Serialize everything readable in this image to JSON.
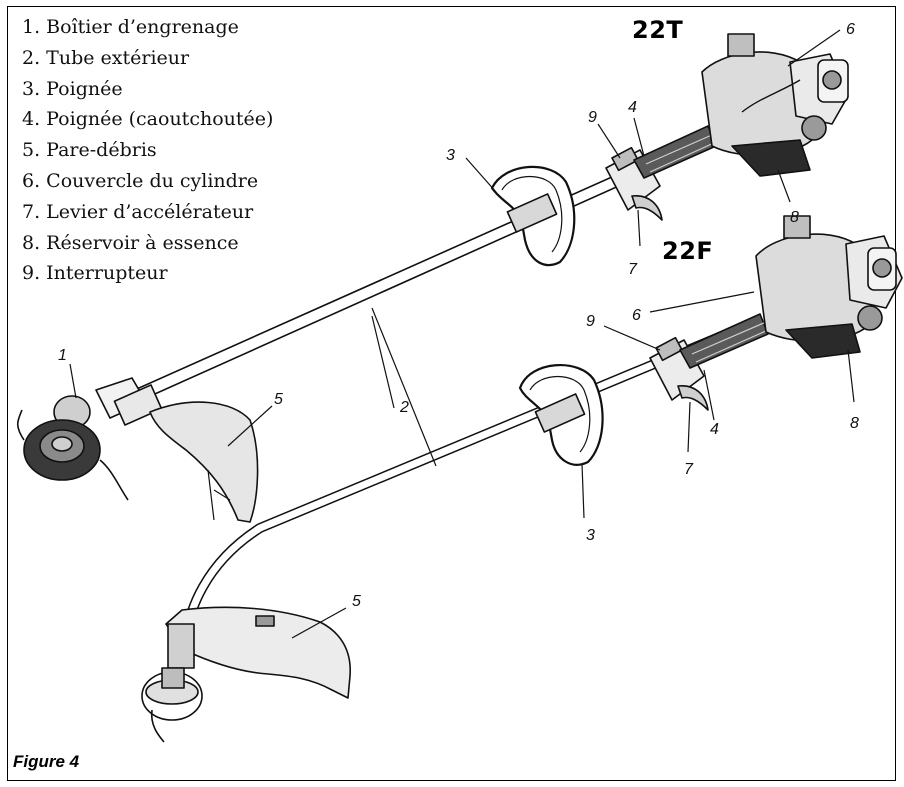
{
  "legend": [
    {
      "label": "1. Boîtier d’engrenage"
    },
    {
      "label": "2. Tube extérieur"
    },
    {
      "label": "3. Poignée"
    },
    {
      "label": "4. Poignée (caoutchoutée)"
    },
    {
      "label": "5. Pare-débris"
    },
    {
      "label": "6. Couvercle du cylindre"
    },
    {
      "label": "7. Levier d’accélérateur"
    },
    {
      "label": "8. Réservoir à essence"
    },
    {
      "label": "9. Interrupteur"
    }
  ],
  "models": {
    "top": "22T",
    "bottom": "22F"
  },
  "callouts": {
    "top": {
      "n1": "1",
      "n2": "2",
      "n3": "3",
      "n4": "4",
      "n5": "5",
      "n6": "6",
      "n7": "7",
      "n8": "8",
      "n9": "9"
    },
    "bottom": {
      "n2": "2",
      "n3": "3",
      "n4": "4",
      "n5": "5",
      "n6": "6",
      "n7": "7",
      "n8": "8",
      "n9": "9"
    }
  },
  "caption": "Figure 4",
  "colors": {
    "line": "#111111",
    "engine": "#dcdcdc",
    "grip": "#2a2a2a",
    "shield": "#e6e6e6"
  }
}
